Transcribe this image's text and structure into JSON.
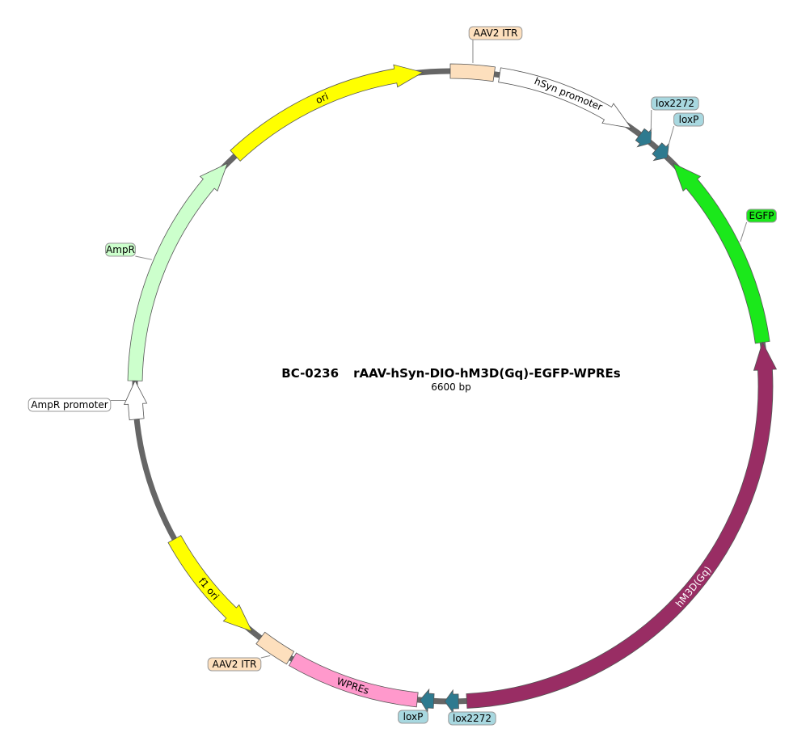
{
  "plasmid": {
    "id": "BC-0236",
    "name": "rAAV-hSyn-DIO-hM3D(Gq)-EGFP-WPREs",
    "length_label": "6600 bp",
    "length_bp": 6600
  },
  "colors": {
    "backbone": "#666666",
    "ori": "#ffff00",
    "itr": "#fddfbd",
    "promoter": "#ffffff",
    "lox": "#2e7a8f",
    "lox_label": "#a8d8e0",
    "egfp": "#1be81b",
    "hm3d": "#992d64",
    "wpre": "#ff99cc",
    "ampr": "#ccffcc",
    "stroke": "#555555"
  },
  "features": [
    {
      "name": "ori",
      "start": 5620,
      "end": 6205,
      "strand": 1,
      "color": "#ffff00",
      "label_mode": "inside"
    },
    {
      "name": "AAV2 ITR",
      "start": 6255,
      "end": 6390,
      "strand": 0,
      "color": "#fddfbd",
      "label_mode": "outside"
    },
    {
      "name": "hSyn promoter",
      "start": 6420,
      "end": 6870,
      "strand": 1,
      "color": "#ffffff",
      "label_mode": "inside"
    },
    {
      "name": "lox2272",
      "start": 6880,
      "end": 6920,
      "strand": 1,
      "color": "#2e7a8f",
      "label_mode": "outside"
    },
    {
      "name": "loxP",
      "start": 6940,
      "end": 6985,
      "strand": 1,
      "color": "#2e7a8f",
      "label_mode": "outside"
    },
    {
      "name": "EGFP",
      "start": 7005,
      "end": 7725,
      "strand": -1,
      "color": "#1be81b",
      "label_mode": "outside"
    },
    {
      "name": "hM3D(Gq)",
      "start": 7725,
      "end": 9150,
      "strand": -1,
      "color": "#992d64",
      "label_mode": "inside"
    },
    {
      "name": "lox2272",
      "start": 9185,
      "end": 9230,
      "strand": 1,
      "color": "#2e7a8f",
      "label_mode": "outside"
    },
    {
      "name": "loxP",
      "start": 9265,
      "end": 9305,
      "strand": 1,
      "color": "#2e7a8f",
      "label_mode": "outside"
    },
    {
      "name": "WPREs",
      "start": 9320,
      "end": 9880,
      "strand": 0,
      "color": "#ff99cc",
      "label_mode": "inside"
    },
    {
      "name": "AAV2 ITR",
      "start": 9895,
      "end": 10035,
      "strand": 0,
      "color": "#fddfbd",
      "label_mode": "outside"
    },
    {
      "name": "f1 ori",
      "start": 10085,
      "end": 10515,
      "strand": -1,
      "color": "#ffff00",
      "label_mode": "inside"
    },
    {
      "name": "AmpR promoter",
      "start": 10880,
      "end": 10985,
      "strand": 1,
      "color": "#ffffff",
      "label_mode": "outside"
    },
    {
      "name": "AmpR",
      "start": 10990,
      "end": 11800,
      "strand": 1,
      "color": "#ccffcc",
      "label_mode": "outside"
    }
  ],
  "label_texts": {
    "ori": "ori",
    "itr_top": "AAV2 ITR",
    "hsyn": "hSyn promoter",
    "lox2272_top": "lox2272",
    "loxp_top": "loxP",
    "egfp": "EGFP",
    "hm3d": "hM3D(Gq)",
    "lox2272_bottom": "lox2272",
    "loxp_bottom": "loxP",
    "wpres": "WPREs",
    "itr_bottom": "AAV2 ITR",
    "f1ori": "f1 ori",
    "ampr_promoter": "AmpR promoter",
    "ampr": "AmpR"
  }
}
